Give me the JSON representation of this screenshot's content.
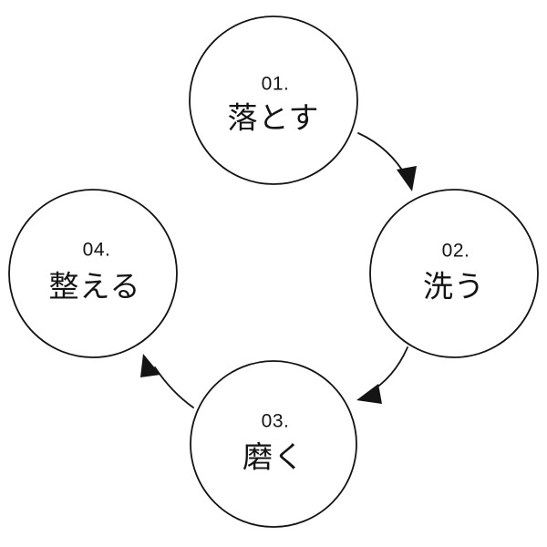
{
  "diagram": {
    "type": "cycle-diagram",
    "orientation": "clockwise",
    "background_color": "#ffffff",
    "stroke_color": "#141414",
    "node_fill_color": "#ffffff",
    "nodes": [
      {
        "id": "step-01",
        "number": "01.",
        "label": "落とす",
        "position": "top"
      },
      {
        "id": "step-02",
        "number": "02.",
        "label": "洗う",
        "position": "right"
      },
      {
        "id": "step-03",
        "number": "03.",
        "label": "磨く",
        "position": "bottom"
      },
      {
        "id": "step-04",
        "number": "04.",
        "label": "整える",
        "position": "left"
      }
    ],
    "edges": [
      {
        "id": "edge-01-02",
        "from": "step-01",
        "to": "step-02",
        "style": "curved-arrow"
      },
      {
        "id": "edge-02-03",
        "from": "step-02",
        "to": "step-03",
        "style": "curved-arrow"
      },
      {
        "id": "edge-03-04",
        "from": "step-03",
        "to": "step-04",
        "style": "curved-arrow"
      }
    ]
  }
}
